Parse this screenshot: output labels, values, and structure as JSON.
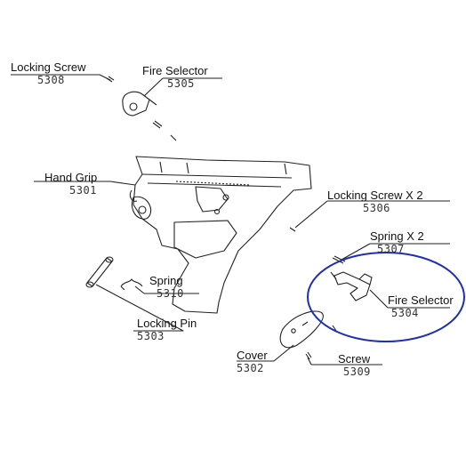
{
  "labels": [
    {
      "name": "Locking Screw",
      "number": "5308"
    },
    {
      "name": "Fire Selector",
      "number": "5305"
    },
    {
      "name": "Hand Grip",
      "number": "5301"
    },
    {
      "name": "Locking Screw X 2",
      "number": "5306"
    },
    {
      "name": "Spring X 2",
      "number": "5307"
    },
    {
      "name": "Spring",
      "number": "5310"
    },
    {
      "name": "Fire Selector",
      "number": "5304"
    },
    {
      "name": "Locking Pin",
      "number": "5303"
    },
    {
      "name": "Cover",
      "number": "5302"
    },
    {
      "name": "Screw",
      "number": "5309"
    }
  ],
  "colors": {
    "line": "#222222",
    "highlight_circle": "#1e2fb4",
    "background": "#ffffff"
  }
}
